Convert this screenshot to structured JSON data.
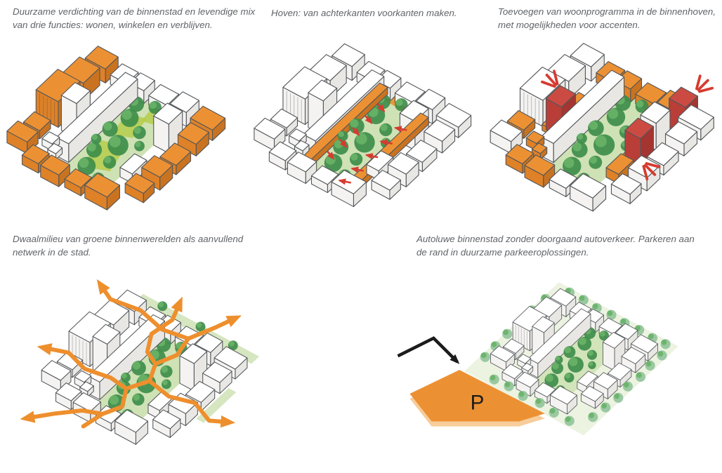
{
  "page": {
    "background": "#FFFFFF"
  },
  "palette": {
    "orange": "#EC9133",
    "orange_dark": "#DE8127",
    "orange_darker": "#C97320",
    "orange_pale": "#F7CD9B",
    "red": "#CB4B43",
    "red_dark": "#B93E38",
    "red_darker": "#A53530",
    "green_ground": "#CFE2B5",
    "green_bright": "#B5CC4C",
    "tree_dark": "#3E8D4B",
    "tree_mid": "#68B267",
    "green_soft": "#93C49B",
    "arrow_red": "#D63B30",
    "arrow_orange": "#EE8F2D",
    "caption_text": "#5F6367",
    "line": "#54575A",
    "black": "#1B1B1B"
  },
  "figures": [
    {
      "caption": "Duurzame verdichting van de binnenstad en levendige mix van drie functies: wonen, winkelen en verblijven.",
      "illustration": "axonometric city block, orange perimeter buildings, green inner courtyard with trees"
    },
    {
      "caption": "Hoven: van achterkanten voorkanten maken.",
      "illustration": "axonometric city block, white buildings, orange inner fronts with red arrows pointing into green courtyard"
    },
    {
      "caption": "Toevoegen van woonprogramma in de binnenhoven, met mogelijkheden voor accenten.",
      "illustration": "axonometric city block, orange inner buildings and three highlighted red accent towers with red sparks"
    },
    {
      "caption": "Dwaalmilieu van groene binnenwerelden als aanvullend netwerk in de stad.",
      "illustration": "axonometric white city block, green courtyards with winding orange routes and arrows leaving the block"
    },
    {
      "caption": "Autoluwe binnenstad zonder doorgaand autoverkeer. Parkeren aan de rand in duurzame parkeeroplossingen.",
      "illustration": "axonometric white city block ringed by trees, orange parking lot at the edge with black access arrow",
      "parking_label": "P"
    }
  ]
}
